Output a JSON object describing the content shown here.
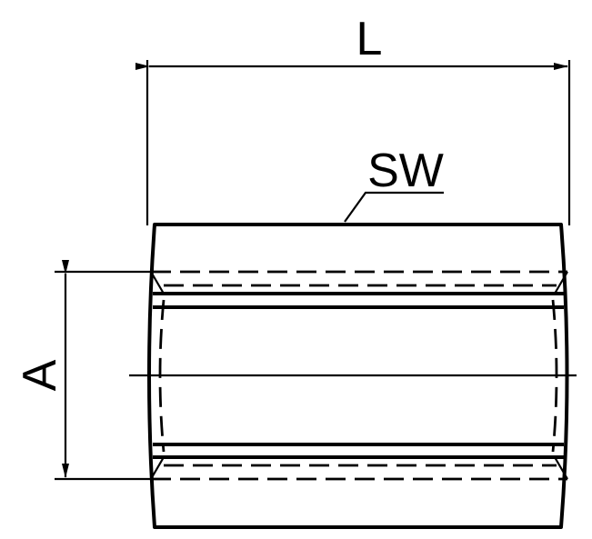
{
  "labels": {
    "length": "L",
    "wrench_size": "SW",
    "thread_diameter": "A"
  }
}
